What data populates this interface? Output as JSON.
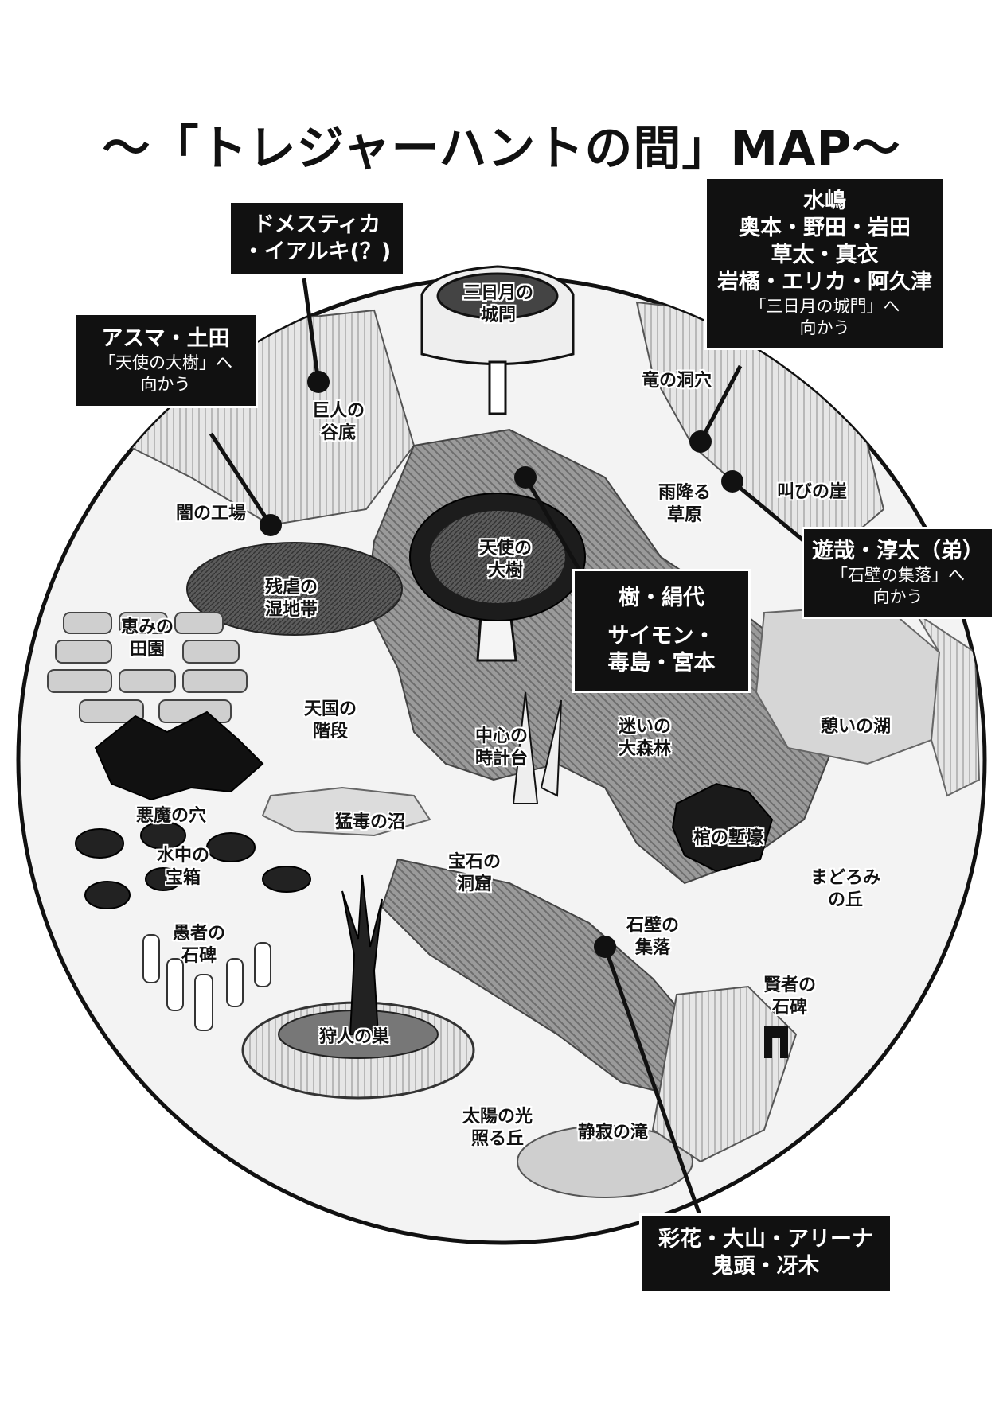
{
  "title": "〜「トレジャーハントの間」MAP〜",
  "locations": [
    {
      "id": "crescent-gate",
      "line1": "三日月の",
      "line2": "城門"
    },
    {
      "id": "giant-valley",
      "line1": "巨人の",
      "line2": "谷底"
    },
    {
      "id": "dark-factory",
      "line1": "闇の工場",
      "line2": ""
    },
    {
      "id": "dragon-cave",
      "line1": "竜の洞穴",
      "line2": ""
    },
    {
      "id": "rainy-grassland",
      "line1": "雨降る",
      "line2": "草原"
    },
    {
      "id": "scream-cliff",
      "line1": "叫びの崖",
      "line2": ""
    },
    {
      "id": "cruel-wetland",
      "line1": "残虐の",
      "line2": "湿地帯"
    },
    {
      "id": "blessed-paddy",
      "line1": "恵みの",
      "line2": "田園"
    },
    {
      "id": "angel-tree",
      "line1": "天使の",
      "line2": "大樹"
    },
    {
      "id": "heaven-stairs",
      "line1": "天国の",
      "line2": "階段"
    },
    {
      "id": "central-clock",
      "line1": "中心の",
      "line2": "時計台"
    },
    {
      "id": "lost-forest",
      "line1": "迷いの",
      "line2": "大森林"
    },
    {
      "id": "rest-lake",
      "line1": "憩いの湖",
      "line2": ""
    },
    {
      "id": "devil-hole",
      "line1": "悪魔の穴",
      "line2": ""
    },
    {
      "id": "poison-swamp",
      "line1": "猛毒の沼",
      "line2": ""
    },
    {
      "id": "coffin-moat",
      "line1": "棺の塹壕",
      "line2": ""
    },
    {
      "id": "underwater-chest",
      "line1": "水中の",
      "line2": "宝箱"
    },
    {
      "id": "jewel-cave",
      "line1": "宝石の",
      "line2": "洞窟"
    },
    {
      "id": "drowsy-hill",
      "line1": "まどろみ",
      "line2": "の丘"
    },
    {
      "id": "fool-monument",
      "line1": "愚者の",
      "line2": "石碑"
    },
    {
      "id": "stone-village",
      "line1": "石壁の",
      "line2": "集落"
    },
    {
      "id": "sage-monument",
      "line1": "賢者の",
      "line2": "石碑"
    },
    {
      "id": "hunter-nest",
      "line1": "狩人の巣",
      "line2": ""
    },
    {
      "id": "sunlit-hill",
      "line1": "太陽の光",
      "line2": "照る丘"
    },
    {
      "id": "silent-falls",
      "line1": "静寂の滝",
      "line2": ""
    }
  ],
  "callouts": [
    {
      "id": "domestica",
      "lines": [
        "ドメスティカ",
        "・イアルキ(？)"
      ],
      "sub": []
    },
    {
      "id": "mizushima",
      "lines": [
        "水嶋",
        "奥本・野田・岩田",
        "草太・真衣",
        "岩橘・エリカ・阿久津"
      ],
      "sub": [
        "「三日月の城門」へ",
        "向かう"
      ]
    },
    {
      "id": "asuma",
      "lines": [
        "アスマ・土田"
      ],
      "sub": [
        "「天使の大樹」へ",
        "向かう"
      ]
    },
    {
      "id": "yuya",
      "lines": [
        "遊哉・淳太（弟）"
      ],
      "sub": [
        "「石壁の集落」へ",
        "向かう"
      ]
    },
    {
      "id": "itsuki",
      "lines": [
        "樹・絹代",
        "サイモン・",
        "毒島・宮本"
      ],
      "sub": []
    },
    {
      "id": "ayaka",
      "lines": [
        "彩花・大山・アリーナ",
        "鬼頭・冴木"
      ],
      "sub": []
    }
  ]
}
